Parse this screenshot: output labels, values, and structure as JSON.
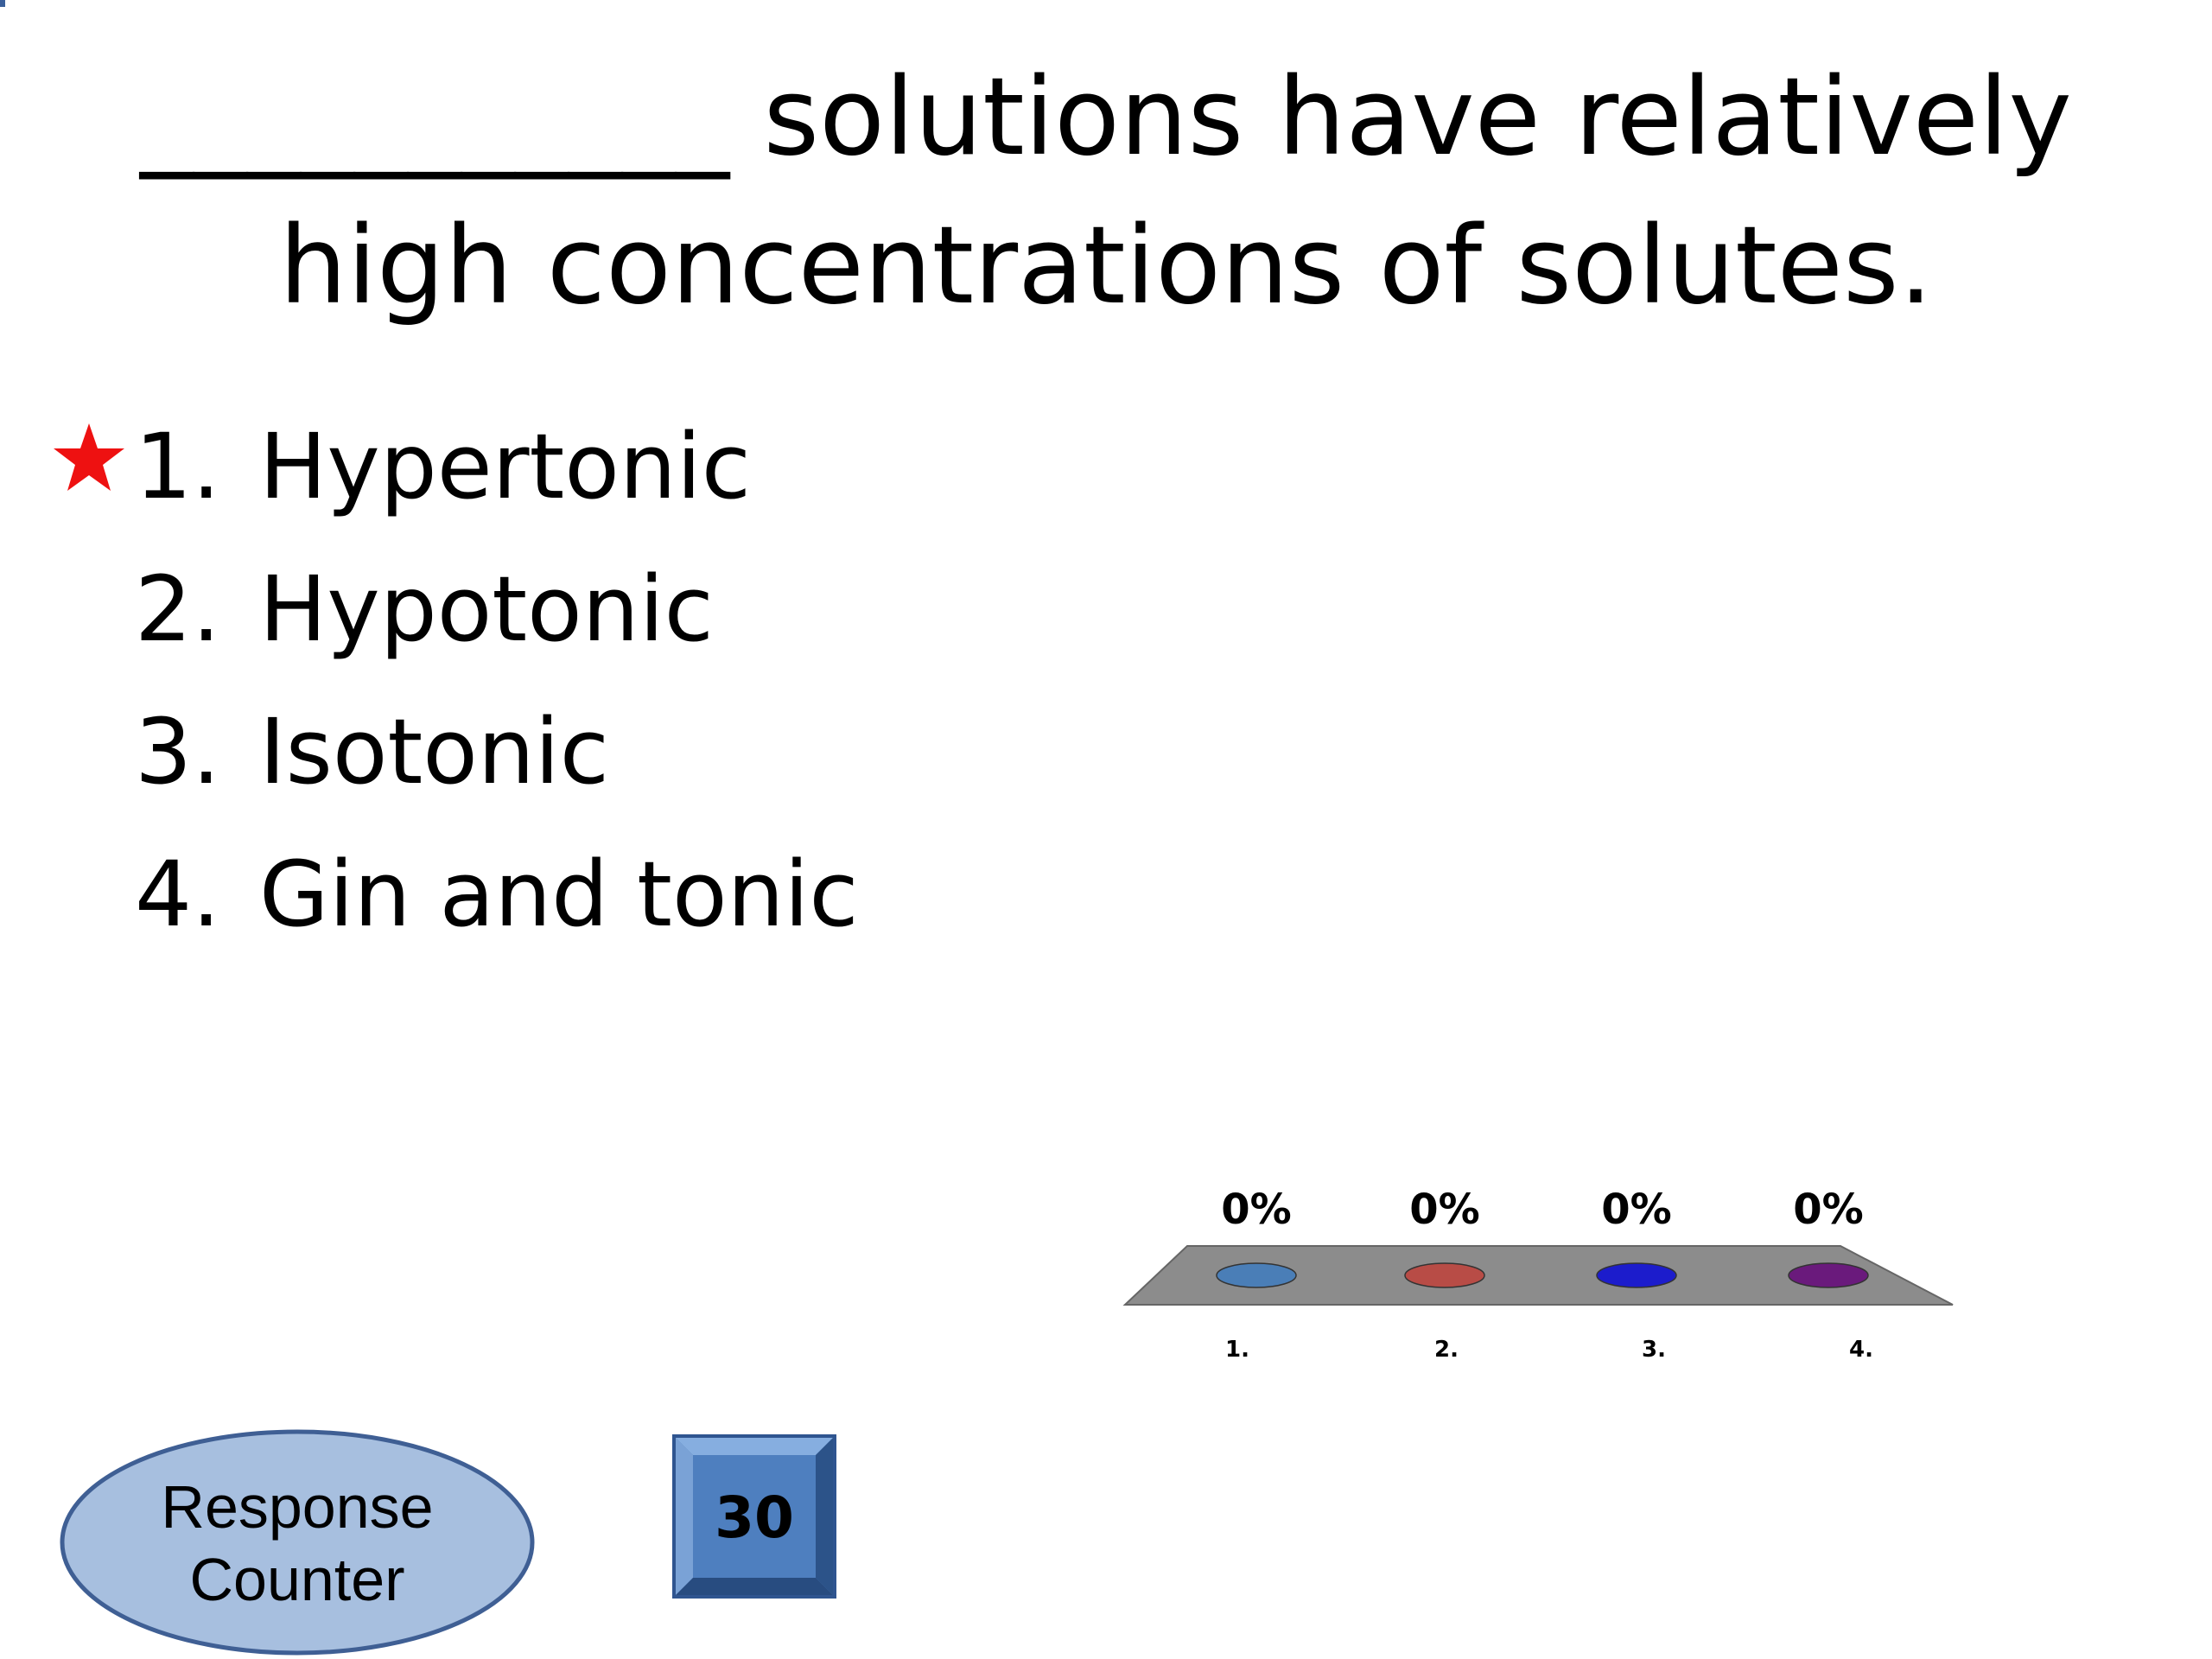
{
  "slide": {
    "title_blank": "___________",
    "title_line1_rest": " solutions have relatively",
    "title_line2": "high concentrations of solutes."
  },
  "answers": [
    {
      "number": "1.",
      "text": "Hypertonic",
      "correct": true
    },
    {
      "number": "2.",
      "text": "Hypotonic",
      "correct": false
    },
    {
      "number": "3.",
      "text": "Isotonic",
      "correct": false
    },
    {
      "number": "4.",
      "text": "Gin and tonic",
      "correct": false
    }
  ],
  "colors": {
    "correct_star": "#ee1111",
    "platform": "#8c8c8c",
    "counter_fill": "#a7bfdf",
    "counter_stroke": "#3f5f94",
    "timer_fill": "#4e7fbf",
    "timer_dark": "#2f5590"
  },
  "chart_data": {
    "type": "bar",
    "categories": [
      "1.",
      "2.",
      "3.",
      "4."
    ],
    "values": [
      0,
      0,
      0,
      0
    ],
    "data_labels": [
      "0%",
      "0%",
      "0%",
      "0%"
    ],
    "colors": [
      "#4a7eb7",
      "#b84c46",
      "#1c1ccc",
      "#6a1a7c"
    ],
    "ylim": [
      0,
      100
    ]
  },
  "response_counter": {
    "line1": "Response",
    "line2": "Counter"
  },
  "countdown": {
    "value": "30"
  }
}
